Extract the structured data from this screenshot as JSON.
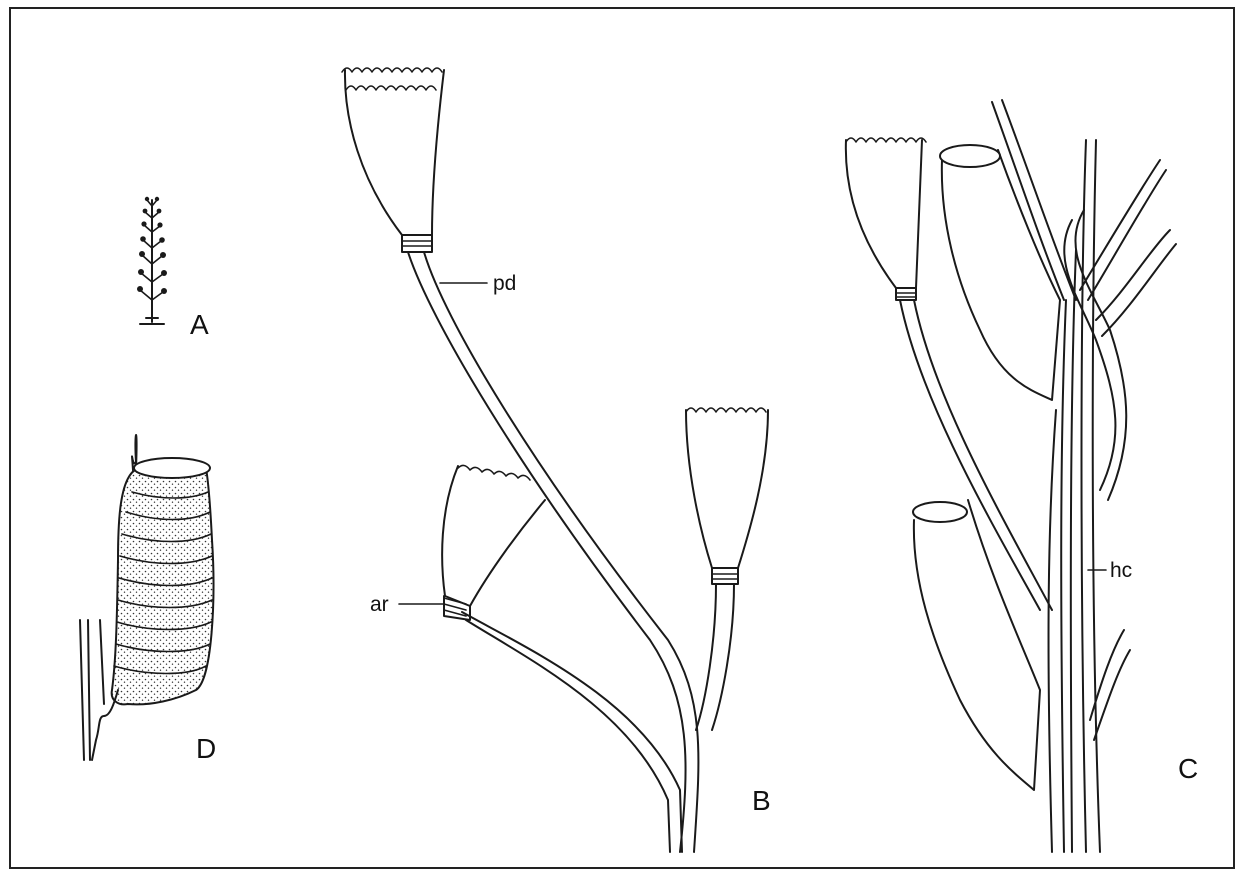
{
  "panels": {
    "A": "A",
    "B": "B",
    "C": "C",
    "D": "D"
  },
  "labels": {
    "pd": "pd",
    "ar": "ar",
    "hc": "hc"
  },
  "colors": {
    "ink": "#1a1a1a",
    "paper": "#ffffff"
  }
}
